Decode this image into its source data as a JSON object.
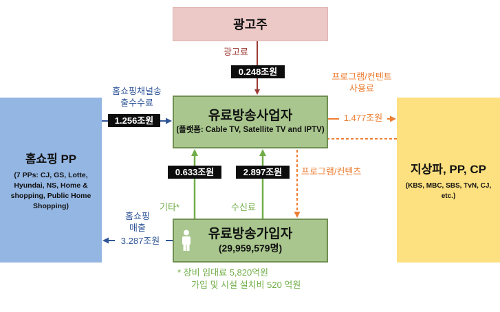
{
  "advertiser": {
    "label": "광고주"
  },
  "operator": {
    "title": "유료방송사업자",
    "subtitle": "(플랫폼: Cable TV, Satellite TV and IPTV)"
  },
  "home_shopping": {
    "title": "홈쇼핑 PP",
    "subtitle": "(7 PPs: CJ, GS, Lotte, Hyundai, NS, Home & shopping, Public Home Shopping)"
  },
  "broadcasters": {
    "title": "지상파, PP, CP",
    "subtitle": "(KBS, MBC, SBS, TvN, CJ, etc.)"
  },
  "subscriber": {
    "title": "유료방송가입자",
    "count": "(29,959,579명)"
  },
  "flows": {
    "ad_fee": {
      "label": "광고료",
      "value": "0.248조원"
    },
    "channel_fee": {
      "label_line1": "홈쇼핑채널송",
      "label_line2": "출수수료",
      "value": "1.256조원"
    },
    "program_fee": {
      "label_line1": "프로그램/컨텐트",
      "label_line2": "사용료",
      "value": "1.477조원"
    },
    "program_content": {
      "label": "프로그램/컨텐츠"
    },
    "other": {
      "label": "기타*",
      "value": "0.633조원"
    },
    "subscription": {
      "label": "수신료",
      "value": "2.897조원"
    },
    "shopping_sales": {
      "label_line1": "홈쇼핑",
      "label_line2": "매출",
      "value": "3.287조원"
    }
  },
  "note": {
    "line1": "* 장비 임대료 5,820억원",
    "line2": "가입 및 시설 설치비 520 억원"
  },
  "colors": {
    "red": "#9b3a34",
    "blue": "#2f5597",
    "orange": "#ed7d31",
    "green": "#70ad47"
  }
}
